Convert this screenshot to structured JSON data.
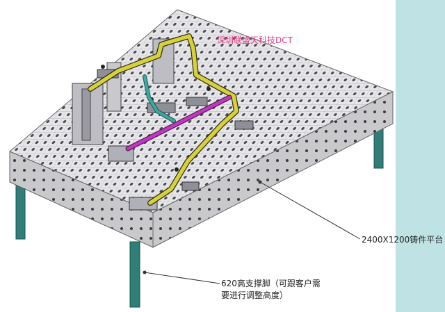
{
  "watermark": "深圳联盛天科技DCT",
  "labels": {
    "platform": "2400X1200铸件平台",
    "legs_line1": "620高支撑脚（可跟客户需",
    "legs_line2": "要进行调整高度）"
  },
  "colors": {
    "table_top": "#e7e7ea",
    "table_side": "#c9c9cc",
    "hole": "#4a4a55",
    "leg": "#2f7e78",
    "yellow_pipe": "#d8d23a",
    "magenta_pipe": "#c03ac0",
    "teal_pipe": "#3fa9a3",
    "strip": "#bfe3e4",
    "watermark": "#e0408a"
  }
}
